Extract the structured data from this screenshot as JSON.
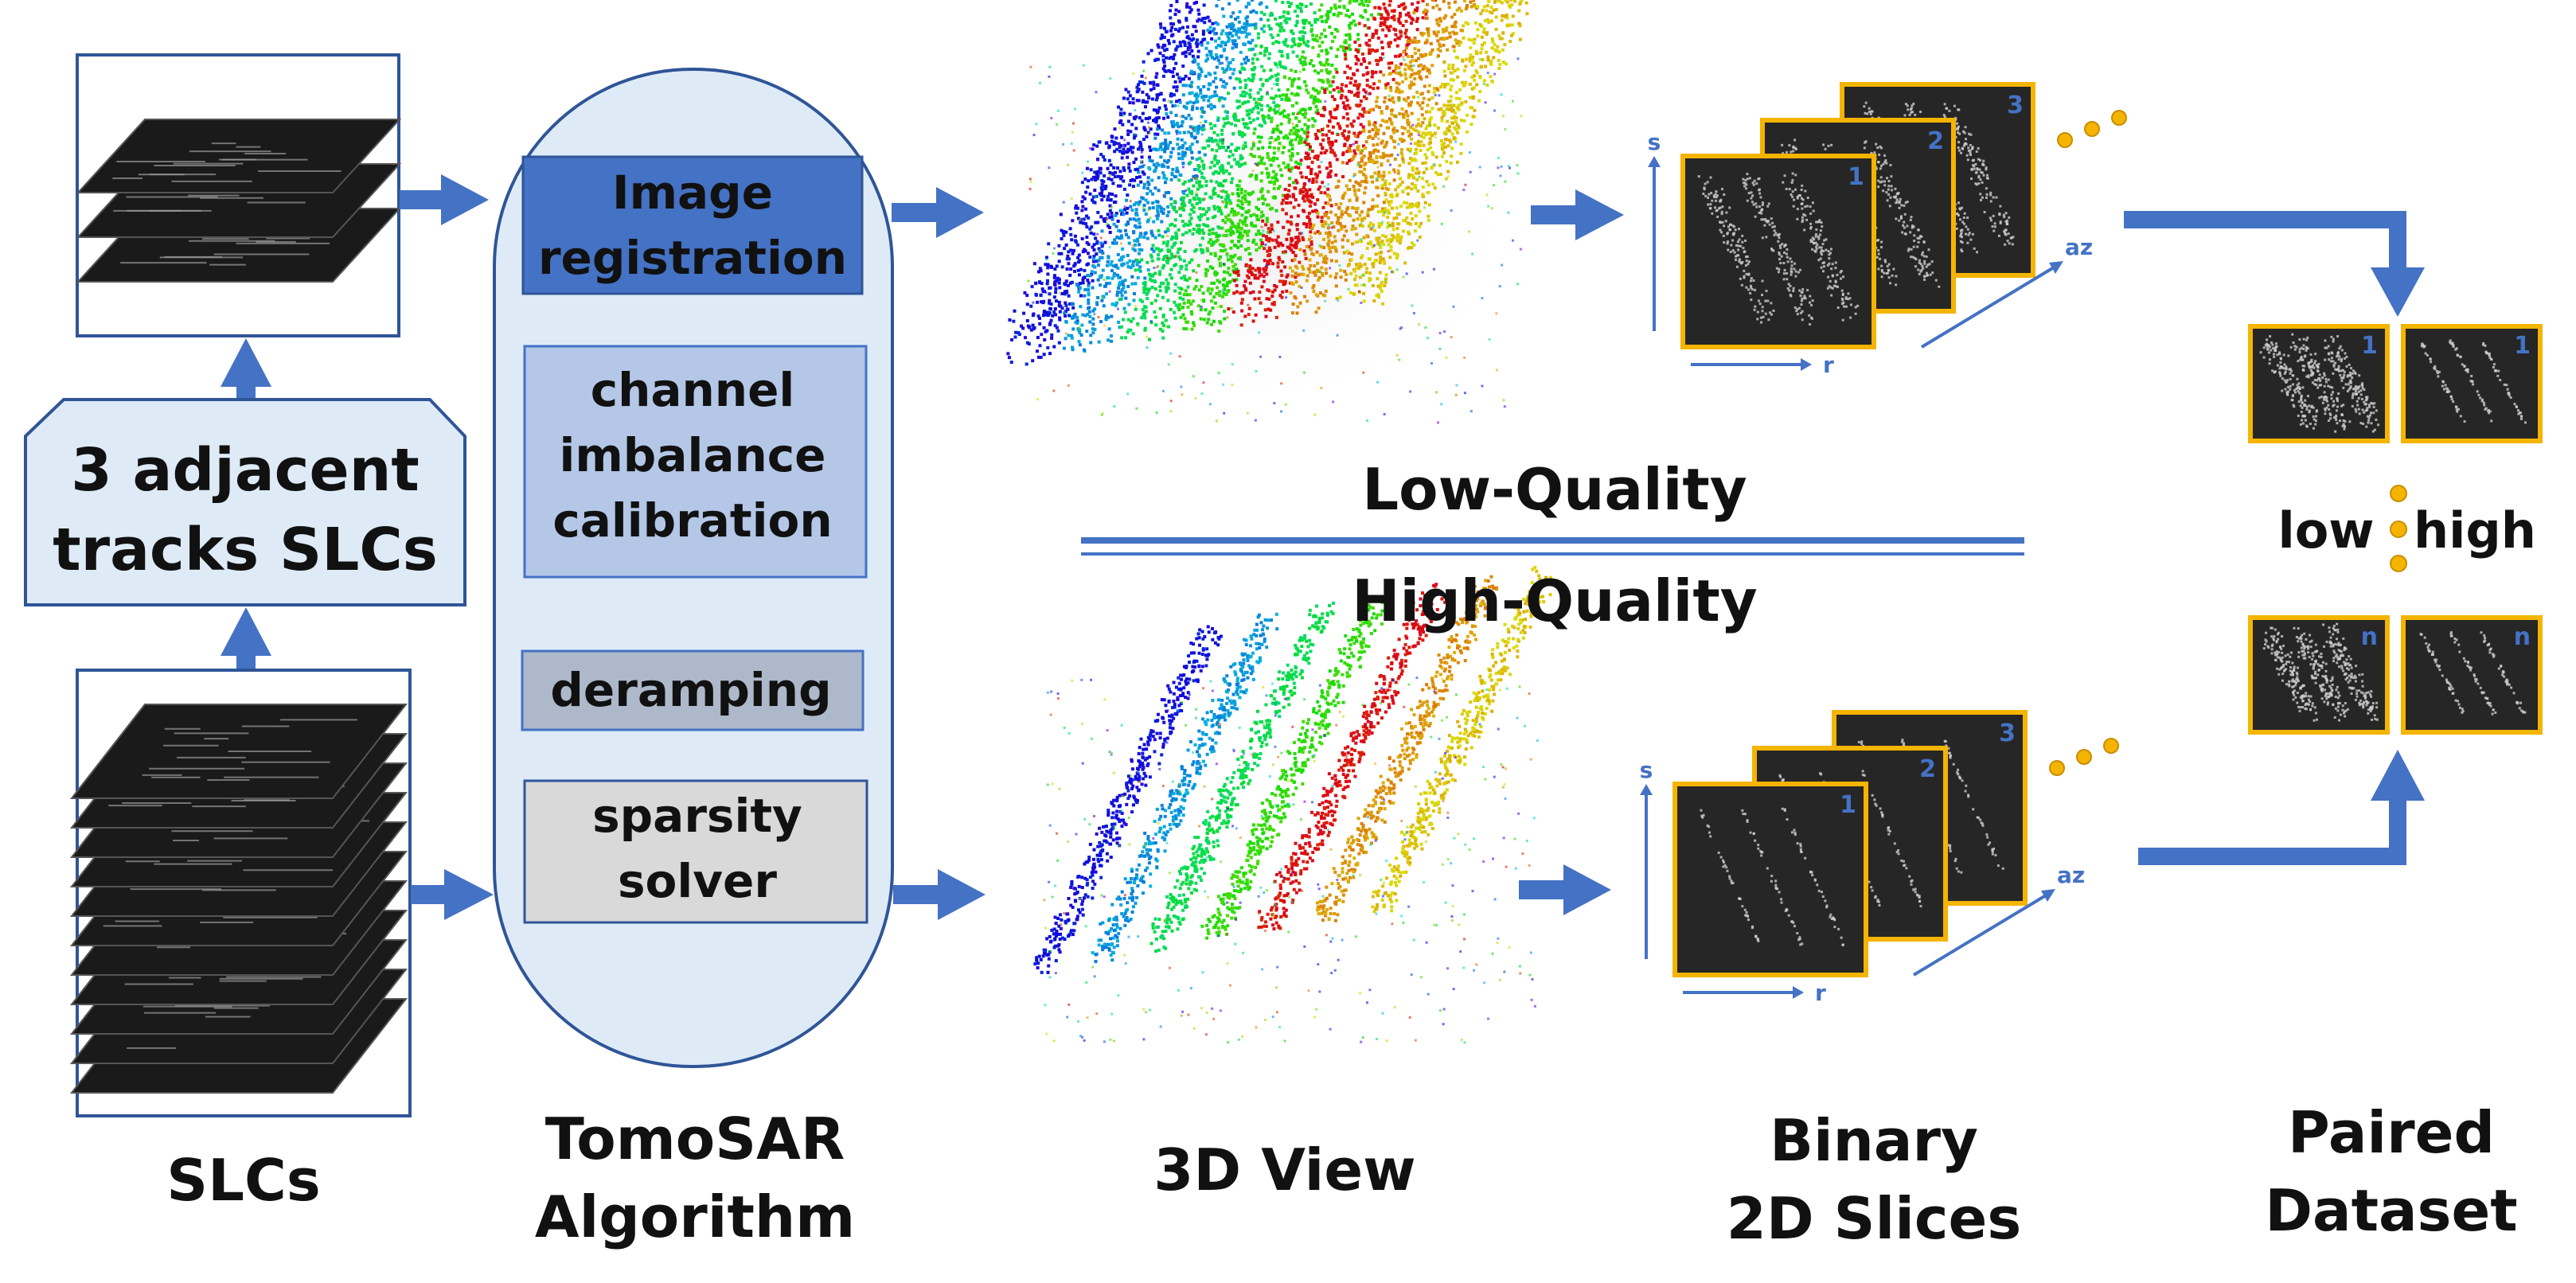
{
  "colors": {
    "accent_blue": "#4472C4",
    "frame_blue": "#2F5597",
    "panel_fill": "#DEEBF7",
    "step_registration": "#4472C4",
    "step_imbalance": "#B4C7E7",
    "step_deramping": "#ADB9CA",
    "step_solver": "#D9D9D9",
    "slice_border": "#F4B400",
    "dots": "#F4B400"
  },
  "left": {
    "adjacent_box_line1": "3 adjacent",
    "adjacent_box_line2": "tracks SLCs",
    "slcs_label": "SLCs"
  },
  "algorithm": {
    "steps": [
      {
        "lines": [
          "Image",
          "registration"
        ]
      },
      {
        "lines": [
          "channel",
          "imbalance",
          "calibration"
        ]
      },
      {
        "lines": [
          "deramping"
        ]
      },
      {
        "lines": [
          "sparsity",
          "solver"
        ]
      }
    ],
    "label_line1": "TomoSAR",
    "label_line2": "Algorithm"
  },
  "quality": {
    "low": "Low-Quality",
    "high": "High-Quality"
  },
  "view3d": {
    "label": "3D View"
  },
  "slices": {
    "numbers": [
      "1",
      "2",
      "3"
    ],
    "axis_s": "s",
    "axis_r": "r",
    "axis_az": "az",
    "label_line1": "Binary",
    "label_line2": "2D Slices"
  },
  "paired": {
    "first_index": "1",
    "last_index": "n",
    "low": "low",
    "high": "high",
    "label_line1": "Paired",
    "label_line2": "Dataset"
  },
  "icons": [
    "slc-stack-icon",
    "point-cloud-icon",
    "sar-slice-icon",
    "ellipsis-dots-icon",
    "arrow-icon"
  ]
}
